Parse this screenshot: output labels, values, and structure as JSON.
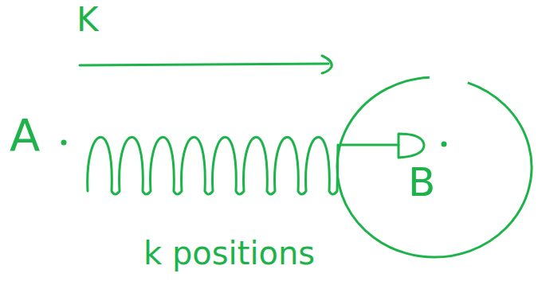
{
  "diagram": {
    "nodes": [
      {
        "text": [
          "B"
        ]
      }
    ],
    "labels": [
      "K",
      "A",
      "k positions"
    ]
  }
}
